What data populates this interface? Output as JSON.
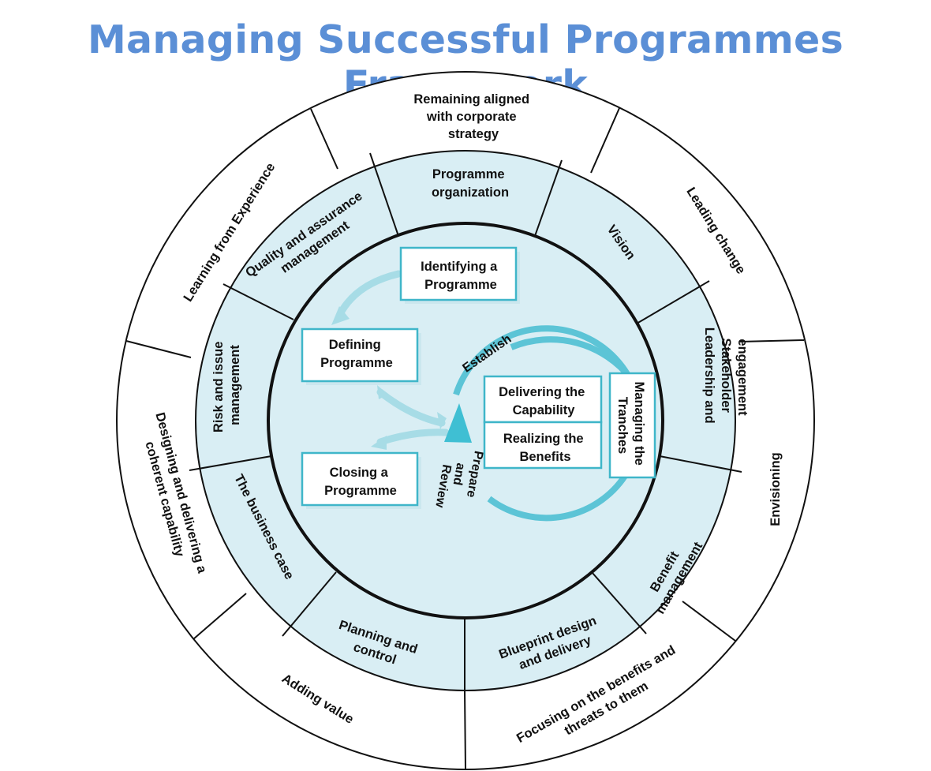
{
  "title": "Managing Successful Programmes Framework",
  "principles": {
    "top": [
      "Remaining aligned",
      "with corporate",
      "strategy"
    ],
    "leading_change": "Leading change",
    "envisioning": "Envisioning",
    "focusing": [
      "Focusing on the benefits and",
      "threats to them"
    ],
    "adding_value": "Adding value",
    "designing": [
      "Designing and delivering a",
      "coherent capability"
    ],
    "learning": "Learning from Experience"
  },
  "themes": {
    "organization": [
      "Programme",
      "organization"
    ],
    "vision": "Vision",
    "leadership": [
      "Leadership and",
      "Stakeholder",
      "engagement"
    ],
    "benefit": [
      "Benefit",
      "management"
    ],
    "blueprint": [
      "Blueprint design",
      "and delivery"
    ],
    "planning": [
      "Planning and",
      "control"
    ],
    "business_case": "The business case",
    "risk": [
      "Risk and issue",
      "management"
    ],
    "quality": [
      "Quality and assurance",
      "management"
    ]
  },
  "processes": {
    "identifying": [
      "Identifying a",
      "Programme"
    ],
    "defining": [
      "Defining",
      "Programme"
    ],
    "closing": [
      "Closing a",
      "Programme"
    ],
    "delivering": [
      "Delivering the",
      "Capability"
    ],
    "realizing": [
      "Realizing the",
      "Benefits"
    ],
    "managing": [
      "Managing the",
      "Tranches"
    ],
    "establish": "Establish",
    "prepare": "Prepare",
    "and": "and",
    "review": "Review"
  },
  "colors": {
    "title": "#5b8fd6",
    "ring_fill": "#d9eef4",
    "arrow": "#5cc4d6",
    "arrow_light": "#a7dce6",
    "box_border": "#3fb6c9"
  }
}
